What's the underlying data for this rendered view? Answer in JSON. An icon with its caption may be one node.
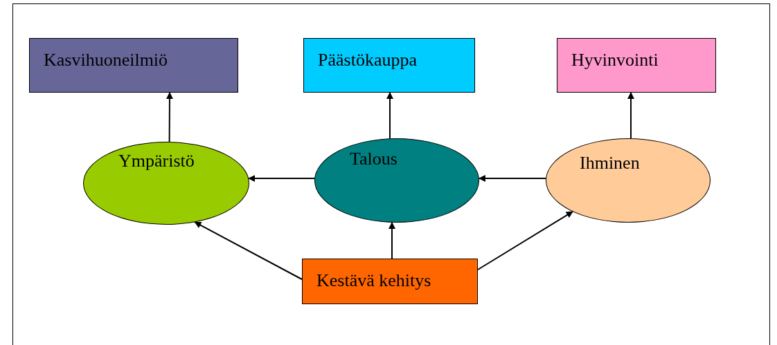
{
  "diagram": {
    "nodes": [
      {
        "text": [
          "Kasvihuoneilmiö"
        ]
      },
      {
        "text": [
          "Päästökauppa"
        ]
      },
      {
        "text": [
          "Hyvinvointi"
        ]
      },
      {
        "text": [
          "Ympäristö"
        ]
      },
      {
        "text": [
          "Talous"
        ]
      },
      {
        "text": [
          "Ihminen"
        ]
      },
      {
        "text": [
          "Kestävä kehitys"
        ]
      }
    ],
    "edges": [
      {
        "from": 3,
        "to": 0,
        "arrow": "to"
      },
      {
        "from": 4,
        "to": 1,
        "arrow": "to"
      },
      {
        "from": 5,
        "to": 2,
        "arrow": "to"
      },
      {
        "from": 4,
        "to": 3,
        "arrow": "to"
      },
      {
        "from": 5,
        "to": 4,
        "arrow": "to"
      },
      {
        "from": 6,
        "to": 3,
        "arrow": "to"
      },
      {
        "from": 6,
        "to": 4,
        "arrow": "to"
      },
      {
        "from": 6,
        "to": 5,
        "arrow": "to"
      }
    ]
  }
}
